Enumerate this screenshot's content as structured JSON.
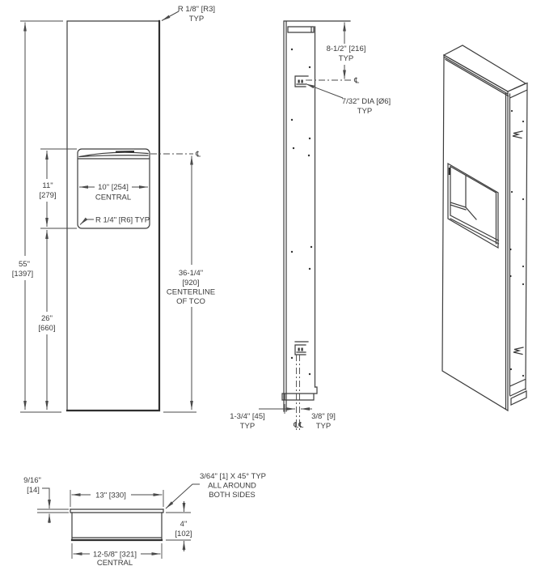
{
  "symbols": {
    "centerline": "℄",
    "centerline_double": "℄℄"
  },
  "front_view": {
    "corner_radius_note": [
      "R 1/8\" [R3]",
      "TYP"
    ],
    "opening_height_dim": [
      "11\"",
      "[279]"
    ],
    "opening_width_dim": [
      "10\" [254]",
      "CENTRAL"
    ],
    "opening_corner_radius_note": "R 1/4\" [R6] TYP",
    "overall_height_dim": [
      "55\"",
      "[1397]"
    ],
    "lower_height_dim": [
      "26\"",
      "[660]"
    ],
    "tco_centerline_dim": [
      "36-1/4\"",
      "[920]",
      "CENTERLINE",
      "OF TCO"
    ]
  },
  "side_view": {
    "slot_offset_dim": [
      "8-1/2\" [216]",
      "TYP"
    ],
    "hole_dia_note": [
      "7/32\" DIA [Ø6]",
      "TYP"
    ],
    "slot_offset_bottom_dim": [
      "1-3/4\" [45]",
      "TYP"
    ],
    "slot_width_dim": [
      "3/8\" [9]",
      "TYP"
    ]
  },
  "bottom_view": {
    "flange_thickness_dim": [
      "9/16\"",
      "[14]"
    ],
    "outer_width_dim": "13\" [330]",
    "chamfer_note": [
      "3/64\" [1] X 45° TYP",
      "ALL AROUND",
      "BOTH SIDES"
    ],
    "depth_dim": [
      "4\"",
      "[102]"
    ],
    "inner_width_dim": [
      "12-5/8\" [321]",
      "CENTRAL"
    ]
  }
}
